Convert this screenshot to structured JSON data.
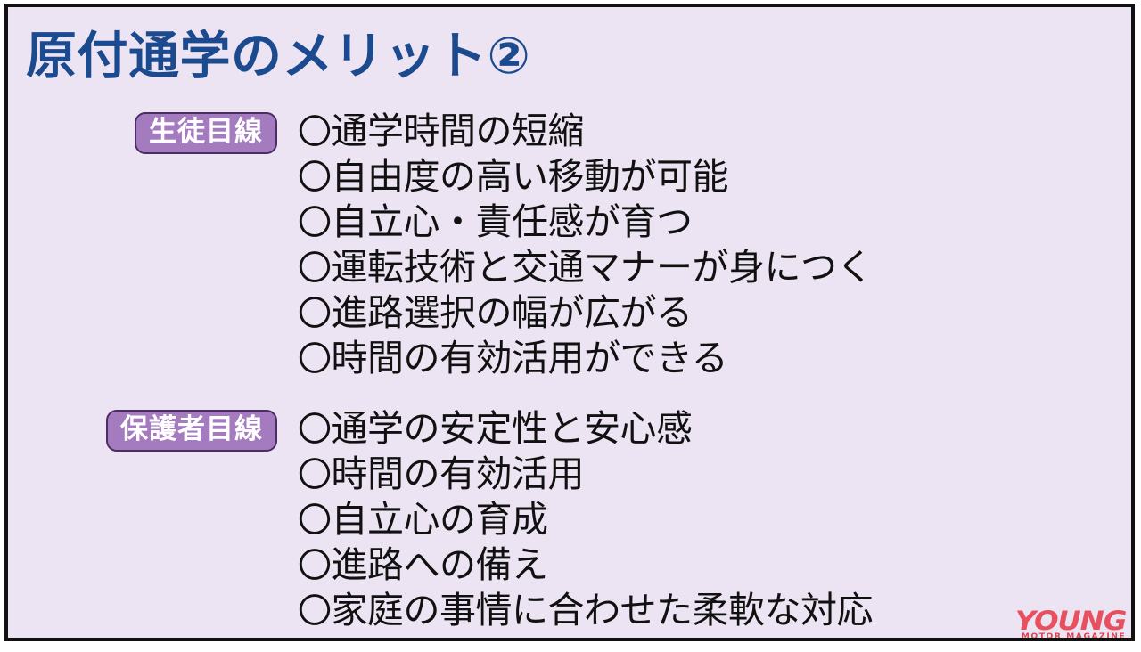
{
  "slide": {
    "title": "原付通学のメリット②",
    "background_color": "#ece4f2",
    "title_color": "#1b4a8f",
    "frame_color": "#111111",
    "badge_color": "#a57bc0",
    "badge_border_color": "#4b2c63",
    "bullet_text_color": "#111111"
  },
  "sections": [
    {
      "badge_label": "生徒目線",
      "items": [
        {
          "mark": "〇",
          "text": "通学時間の短縮"
        },
        {
          "mark": "〇",
          "text": "自由度の高い移動が可能"
        },
        {
          "mark": "〇",
          "text": "自立心・責任感が育つ"
        },
        {
          "mark": "〇",
          "text": "運転技術と交通マナーが身につく"
        },
        {
          "mark": "〇",
          "text": "進路選択の幅が広がる"
        },
        {
          "mark": "〇",
          "text": "時間の有効活用ができる"
        }
      ]
    },
    {
      "badge_label": "保護者目線",
      "items": [
        {
          "mark": "〇",
          "text": "通学の安定性と安心感"
        },
        {
          "mark": "〇",
          "text": "時間の有効活用"
        },
        {
          "mark": "〇",
          "text": "自立心の育成"
        },
        {
          "mark": "〇",
          "text": "進路への備え"
        },
        {
          "mark": "〇",
          "text": "家庭の事情に合わせた柔軟な対応"
        }
      ]
    }
  ],
  "watermark": {
    "main": "YOUNG",
    "sub": "MOTOR MAGAZINE",
    "color": "#e8505f"
  }
}
